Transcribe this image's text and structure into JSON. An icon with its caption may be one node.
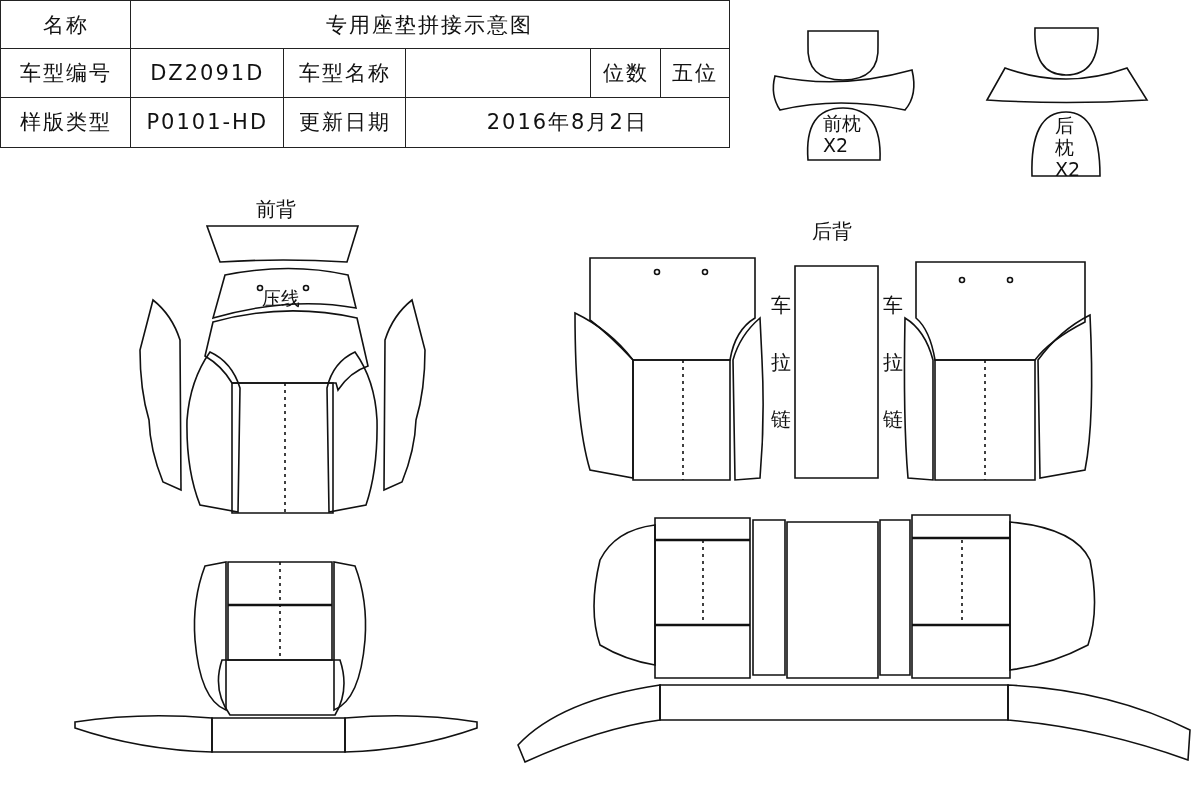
{
  "diagram": {
    "nodes": [
      {
        "text": [
          "压线"
        ]
      },
      {
        "text": [
          "前枕X2"
        ]
      },
      {
        "text": [
          "后枕X2"
        ]
      }
    ],
    "labels": [
      "名称",
      "专用座垫拼接示意图",
      "车型编号",
      "DZ2091D",
      "车型名称",
      "位数",
      "五位",
      "样版类型",
      "P0101-HD",
      "更新日期",
      "2016年8月2日",
      "前背",
      "后背",
      "车拉链",
      "车拉链"
    ]
  }
}
